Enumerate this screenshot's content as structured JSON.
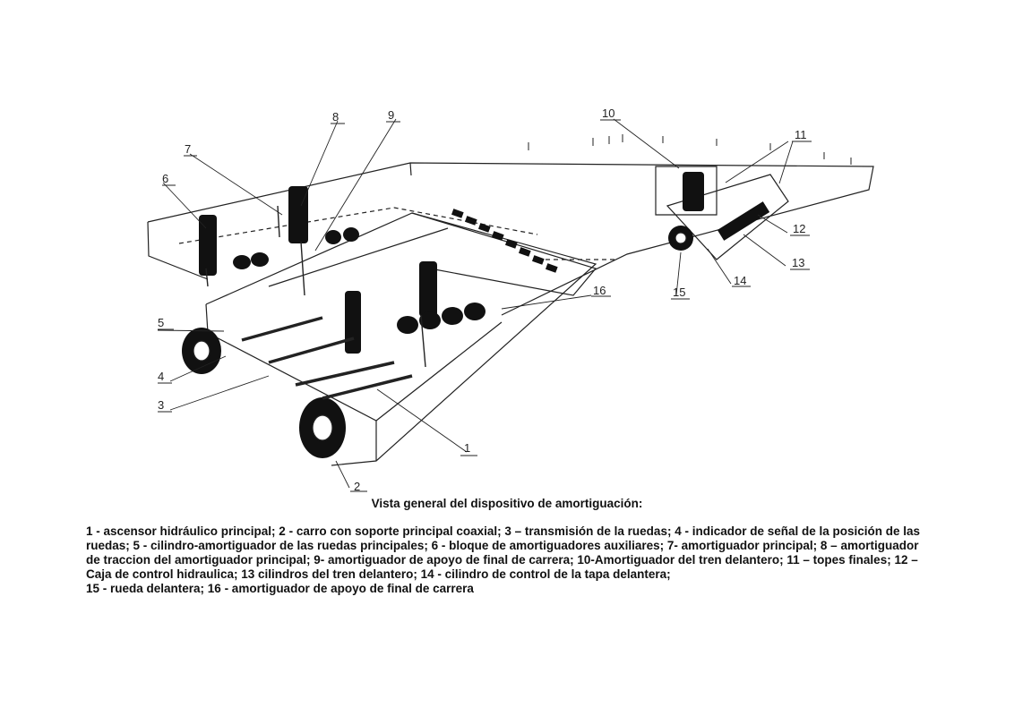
{
  "caption_title": "Vista general del dispositivo de amortiguación:",
  "callout_numbers": [
    "1",
    "2",
    "3",
    "4",
    "5",
    "6",
    "7",
    "8",
    "9",
    "10",
    "11",
    "12",
    "13",
    "14",
    "15",
    "16"
  ],
  "legend_lines": [
    "1 - ascensor hidráulico principal; 2 - carro con soporte principal coaxial; 3 – transmisión de la ruedas; 4 - indicador de señal de la posición de las",
    "ruedas; 5 - cilindro-amortiguador de las ruedas principales; 6 - bloque de amortiguadores auxiliares; 7- amortiguador principal; 8 – amortiguador",
    "de traccion del amortiguador principal; 9- amortiguador de apoyo de final de carrera; 10-Amortiguador del tren delantero; 11 – topes finales; 12 –",
    "Caja de control hidraulica; 13 cilindros del tren delantero; 14 - cilindro de control de la tapa delantera;",
    "15 - rueda delantera; 16 - amortiguador de apoyo de final de carrera"
  ]
}
